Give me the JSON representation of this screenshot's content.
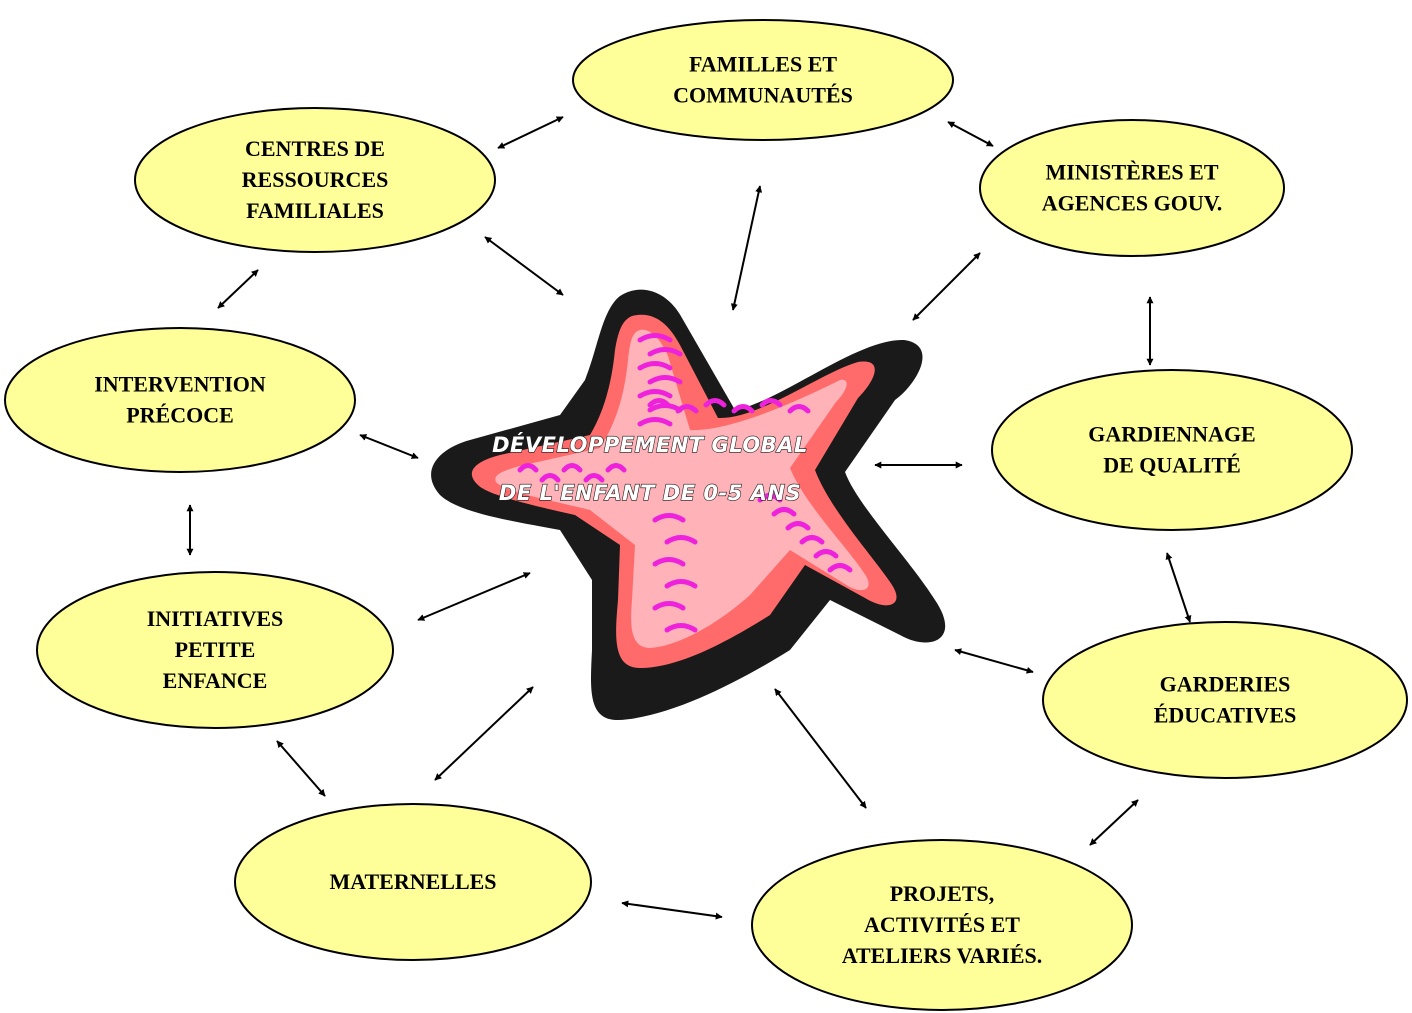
{
  "diagram": {
    "center": {
      "lines": [
        "DÉVELOPPEMENT GLOBAL",
        "DE L'ENFANT DE 0-5 ANS"
      ]
    },
    "colors": {
      "node_fill": "#ffff99",
      "star_outline": "#1a1a1a",
      "star_body": "#ff6b6b",
      "star_light": "#ffb3b8",
      "star_marks": "#ee22dd"
    },
    "nodes": [
      {
        "id": "familles",
        "lines": [
          "FAMILLES ET",
          "COMMUNAUTÉS"
        ]
      },
      {
        "id": "centres",
        "lines": [
          "CENTRES DE",
          "RESSOURCES",
          "FAMILIALES"
        ]
      },
      {
        "id": "ministeres",
        "lines": [
          "MINISTÈRES ET",
          "AGENCES GOUV."
        ]
      },
      {
        "id": "intervention",
        "lines": [
          "INTERVENTION",
          "PRÉCOCE"
        ]
      },
      {
        "id": "gardiennage",
        "lines": [
          "GARDIENNAGE",
          "DE QUALITÉ"
        ]
      },
      {
        "id": "initiatives",
        "lines": [
          "INITIATIVES",
          "PETITE",
          "ENFANCE"
        ]
      },
      {
        "id": "garderies",
        "lines": [
          "GARDERIES",
          "ÉDUCATIVES"
        ]
      },
      {
        "id": "maternelles",
        "lines": [
          "MATERNELLES"
        ]
      },
      {
        "id": "projets",
        "lines": [
          "PROJETS,",
          "ACTIVITÉS ET",
          "ATELIERS VARIÉS."
        ]
      }
    ]
  }
}
